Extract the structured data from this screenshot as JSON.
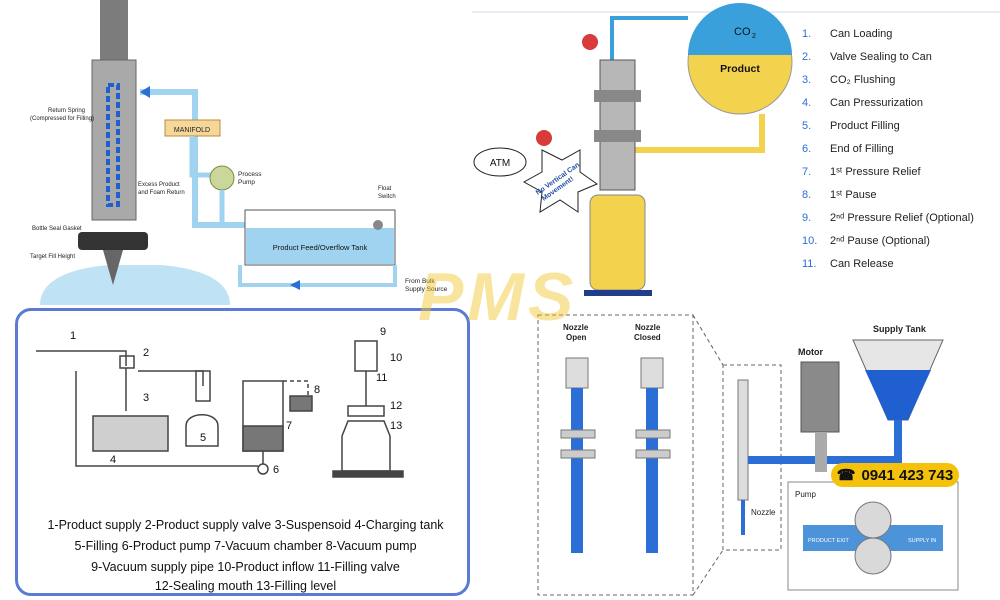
{
  "panel_top_left": {
    "labels": {
      "return_spring": "Return Spring",
      "return_spring_note": "(Compressed for Filling)",
      "manifold": "MANIFOLD",
      "process_pump_1": "Process",
      "process_pump_2": "Pump",
      "excess_1": "Excess Product",
      "excess_2": "and Foam Return",
      "float_switch_1": "Float",
      "float_switch_2": "Switch",
      "bottle_seal": "Bottle Seal Gasket",
      "target_fill": "Target Fill Height",
      "tank": "Product Feed/Overflow Tank",
      "bulk_1": "From Bulk",
      "bulk_2": "Supply Source"
    }
  },
  "panel_top_right": {
    "labels": {
      "co2": "CO",
      "co2_sub": "2",
      "product": "Product",
      "atm": "ATM",
      "warning_1": "No Vertical Can",
      "warning_2": "Movement!"
    },
    "steps": [
      {
        "num": "1.",
        "text": "Can Loading"
      },
      {
        "num": "2.",
        "text": "Valve Sealing to Can"
      },
      {
        "num": "3.",
        "text": "CO₂ Flushing"
      },
      {
        "num": "4.",
        "text": "Can Pressurization"
      },
      {
        "num": "5.",
        "text": "Product Filling"
      },
      {
        "num": "6.",
        "text": "End of Filling"
      },
      {
        "num": "7.",
        "text": "1ˢᵗ Pressure Relief"
      },
      {
        "num": "8.",
        "text": "1ˢᵗ Pause"
      },
      {
        "num": "9.",
        "text": "2ⁿᵈ Pressure Relief (Optional)"
      },
      {
        "num": "10.",
        "text": "2ⁿᵈ Pause (Optional)"
      },
      {
        "num": "11.",
        "text": "Can Release"
      }
    ]
  },
  "panel_bottom_left": {
    "numbers": [
      "1",
      "2",
      "3",
      "4",
      "5",
      "6",
      "7",
      "8",
      "9",
      "10",
      "11",
      "12",
      "13"
    ],
    "legend": [
      "1-Product supply  2-Product supply valve  3-Suspensoid  4-Charging tank",
      "5-Filling  6-Product pump  7-Vacuum chamber  8-Vacuum pump",
      "9-Vacuum supply pipe  10-Product inflow  11-Filling valve",
      "12-Sealing mouth  13-Filling level"
    ]
  },
  "panel_bottom_right": {
    "labels": {
      "nozzle_open_1": "Nozzle",
      "nozzle_open_2": "Open",
      "nozzle_closed_1": "Nozzle",
      "nozzle_closed_2": "Closed",
      "nozzle": "Nozzle",
      "motor": "Motor",
      "supply_tank": "Supply Tank",
      "pump": "Pump",
      "product_exit": "PRODUCT EXIT",
      "supply_in": "SUPPLY IN"
    },
    "phone": "0941 423 743",
    "phone_icon": "phone-icon"
  },
  "watermark": "PMS",
  "colors": {
    "accent_blue": "#2b6fd6",
    "liquid_blue": "#9fd3f0",
    "product_yellow": "#f3d24e",
    "co2_blue": "#3aa0dc",
    "phone_yellow": "#f4c20d",
    "frame_blue": "#5b7ad6"
  }
}
